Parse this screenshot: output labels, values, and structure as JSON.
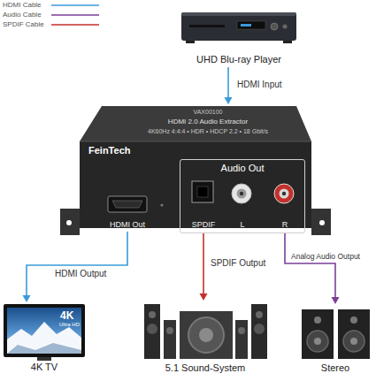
{
  "diagram": {
    "nodes": [
      {
        "text": [
          "UHD Blu-ray Player"
        ]
      },
      {
        "text": [
          "FeinTech"
        ]
      },
      {
        "text": [
          "HDMI Out"
        ],
        "in": 1
      },
      {
        "text": [
          "Audio Out"
        ],
        "in": 1
      },
      {
        "text": [
          "SPDIF"
        ],
        "in": 3
      },
      {
        "text": [
          "L"
        ],
        "in": 3
      },
      {
        "text": [
          "R"
        ],
        "in": 3
      },
      {
        "text": [
          "4K TV"
        ]
      },
      {
        "text": [
          "5.1 Sound-System"
        ]
      },
      {
        "text": [
          "Stereo"
        ]
      }
    ],
    "edges": [
      {
        "from": 0,
        "to": 1,
        "arrow": "to",
        "label": "HDMI Input"
      },
      {
        "from": 2,
        "to": 7,
        "arrow": "to",
        "label": "HDMI Output"
      },
      {
        "from": 4,
        "to": 8,
        "arrow": "to",
        "label": "SPDIF Output"
      },
      {
        "from": 6,
        "to": 9,
        "arrow": "to",
        "label": "Analog Audio Output"
      }
    ],
    "labels": [
      "VAX00100",
      "HDMI 2.0 Audio Extractor",
      "4K60Hz 4:4:4 • HDR • HDCP 2.2 • 18 Gbit/s",
      "4K",
      "Ultra HD"
    ],
    "legend": [
      {
        "text": "HDMI Cable"
      },
      {
        "text": "Audio Cable"
      },
      {
        "text": "SPDIF Cable"
      }
    ]
  }
}
